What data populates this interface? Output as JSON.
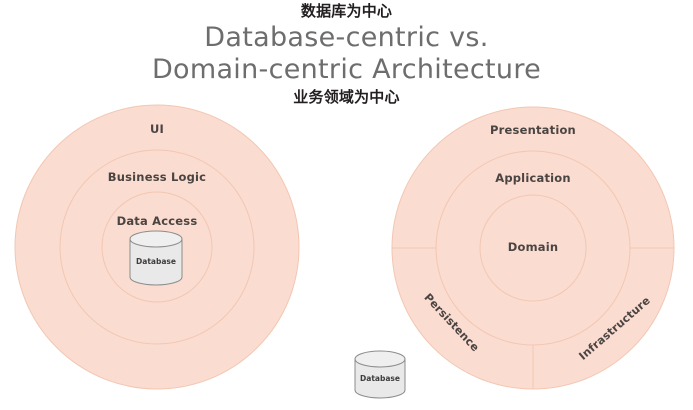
{
  "header": {
    "caption_top": "数据库为中心",
    "title_line1": "Database-centric vs.",
    "title_line2": "Domain-centric Architecture",
    "caption_bottom": "业务领域为中心"
  },
  "colors": {
    "ring_fill": "#fbdcd0",
    "ring_stroke": "#f2c7b2",
    "label_text": "#4a4442",
    "title_text": "#6d6d6d",
    "caption_text": "#231f20",
    "cylinder_fill": "#e9e9e9",
    "cylinder_stroke": "#8c8c8c",
    "background": "#ffffff"
  },
  "left_diagram": {
    "name": "database-centric-architecture",
    "layers": [
      {
        "id": "ui",
        "label": "UI"
      },
      {
        "id": "business-logic",
        "label": "Business Logic"
      },
      {
        "id": "data-access",
        "label": "Data Access"
      }
    ],
    "center_element": {
      "id": "database",
      "label": "Database",
      "icon": "database-cylinder-icon"
    }
  },
  "right_diagram": {
    "name": "domain-centric-architecture",
    "layers": [
      {
        "id": "presentation",
        "label": "Presentation"
      },
      {
        "id": "application",
        "label": "Application"
      },
      {
        "id": "domain",
        "label": "Domain"
      }
    ],
    "outer_sectors": [
      {
        "id": "persistence",
        "label": "Persistence"
      },
      {
        "id": "infrastructure",
        "label": "Infrastructure"
      }
    ],
    "external_element": {
      "id": "database",
      "label": "Database",
      "icon": "database-cylinder-icon"
    }
  }
}
